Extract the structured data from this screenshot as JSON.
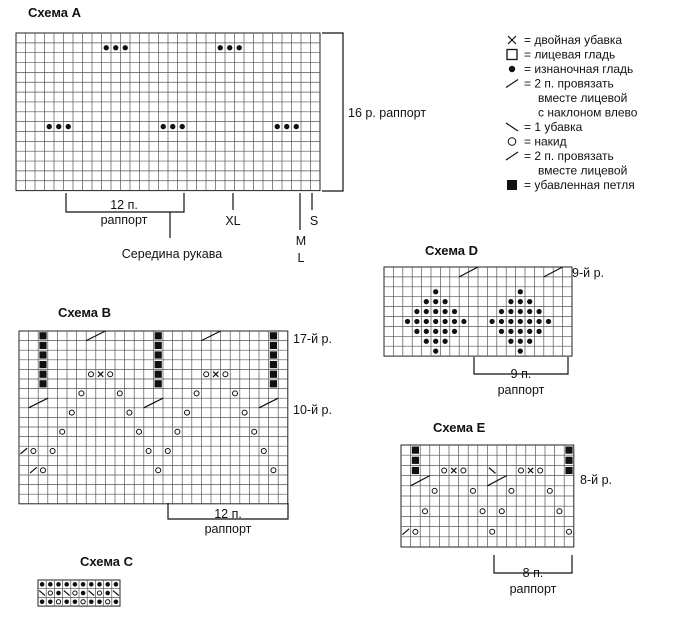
{
  "charts": {
    "a": {
      "title": "Схема А",
      "repeat_rows": "16 р. раппорт",
      "repeat_st_1": "12 п.",
      "repeat_st_2": "раппорт",
      "mid_sleeve": "Середина рукава",
      "size_xl": "XL",
      "size_s": "S",
      "size_m": "M",
      "size_l": "L"
    },
    "b": {
      "title": "Схема В",
      "row_17": "17-й р.",
      "row_10": "10-й р.",
      "repeat_st_1": "12 п.",
      "repeat_st_2": "раппорт"
    },
    "c": {
      "title": "Схема С"
    },
    "d": {
      "title": "Схема D",
      "row_9": "9-й р.",
      "repeat_st_1": "9 п.",
      "repeat_st_2": "раппорт"
    },
    "e": {
      "title": "Схема Е",
      "row_8": "8-й р.",
      "repeat_st_1": "8 п.",
      "repeat_st_2": "раппорт"
    }
  },
  "legend": [
    {
      "symbol": "x",
      "lines": [
        "= двойная убавка"
      ]
    },
    {
      "symbol": "square",
      "lines": [
        "= лицевая гладь"
      ]
    },
    {
      "symbol": "dot",
      "lines": [
        "= изнаночная гладь"
      ]
    },
    {
      "symbol": "slash-left",
      "lines": [
        "= 2 п. провязать",
        "вместе лицевой",
        "с наклоном влево"
      ]
    },
    {
      "symbol": "backslash",
      "lines": [
        "= 1 убавка"
      ]
    },
    {
      "symbol": "circle",
      "lines": [
        "= накид"
      ]
    },
    {
      "symbol": "slash-right",
      "lines": [
        "= 2 п. провязать",
        "вместе лицевой"
      ]
    },
    {
      "symbol": "filled-square",
      "lines": [
        "= убавленная петля"
      ]
    }
  ]
}
